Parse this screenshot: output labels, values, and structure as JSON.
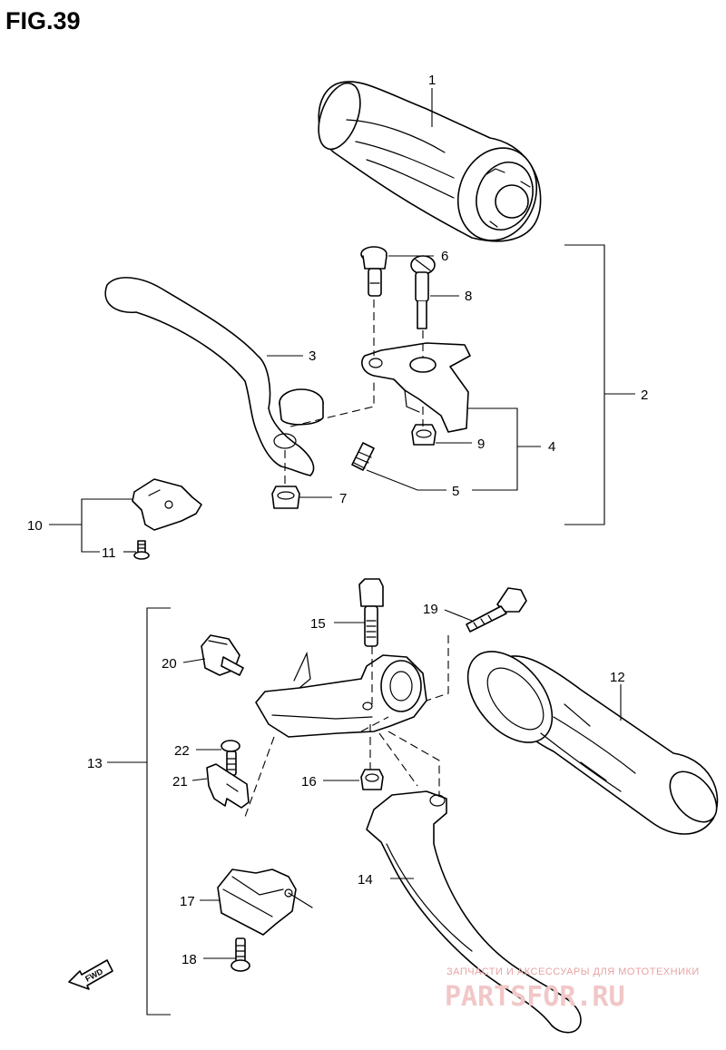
{
  "figure": {
    "title": "FIG.39"
  },
  "callouts": [
    "1",
    "2",
    "3",
    "4",
    "5",
    "6",
    "7",
    "8",
    "9",
    "10",
    "11",
    "12",
    "13",
    "14",
    "15",
    "16",
    "17",
    "18",
    "19",
    "20",
    "21",
    "22"
  ],
  "fwd_label": "FWD",
  "watermark": {
    "tagline": "ЗАПЧАСТИ И АКСЕССУАРЫ ДЛЯ МОТОТЕХНИКИ",
    "logo": "PARTSFOR.RU"
  }
}
